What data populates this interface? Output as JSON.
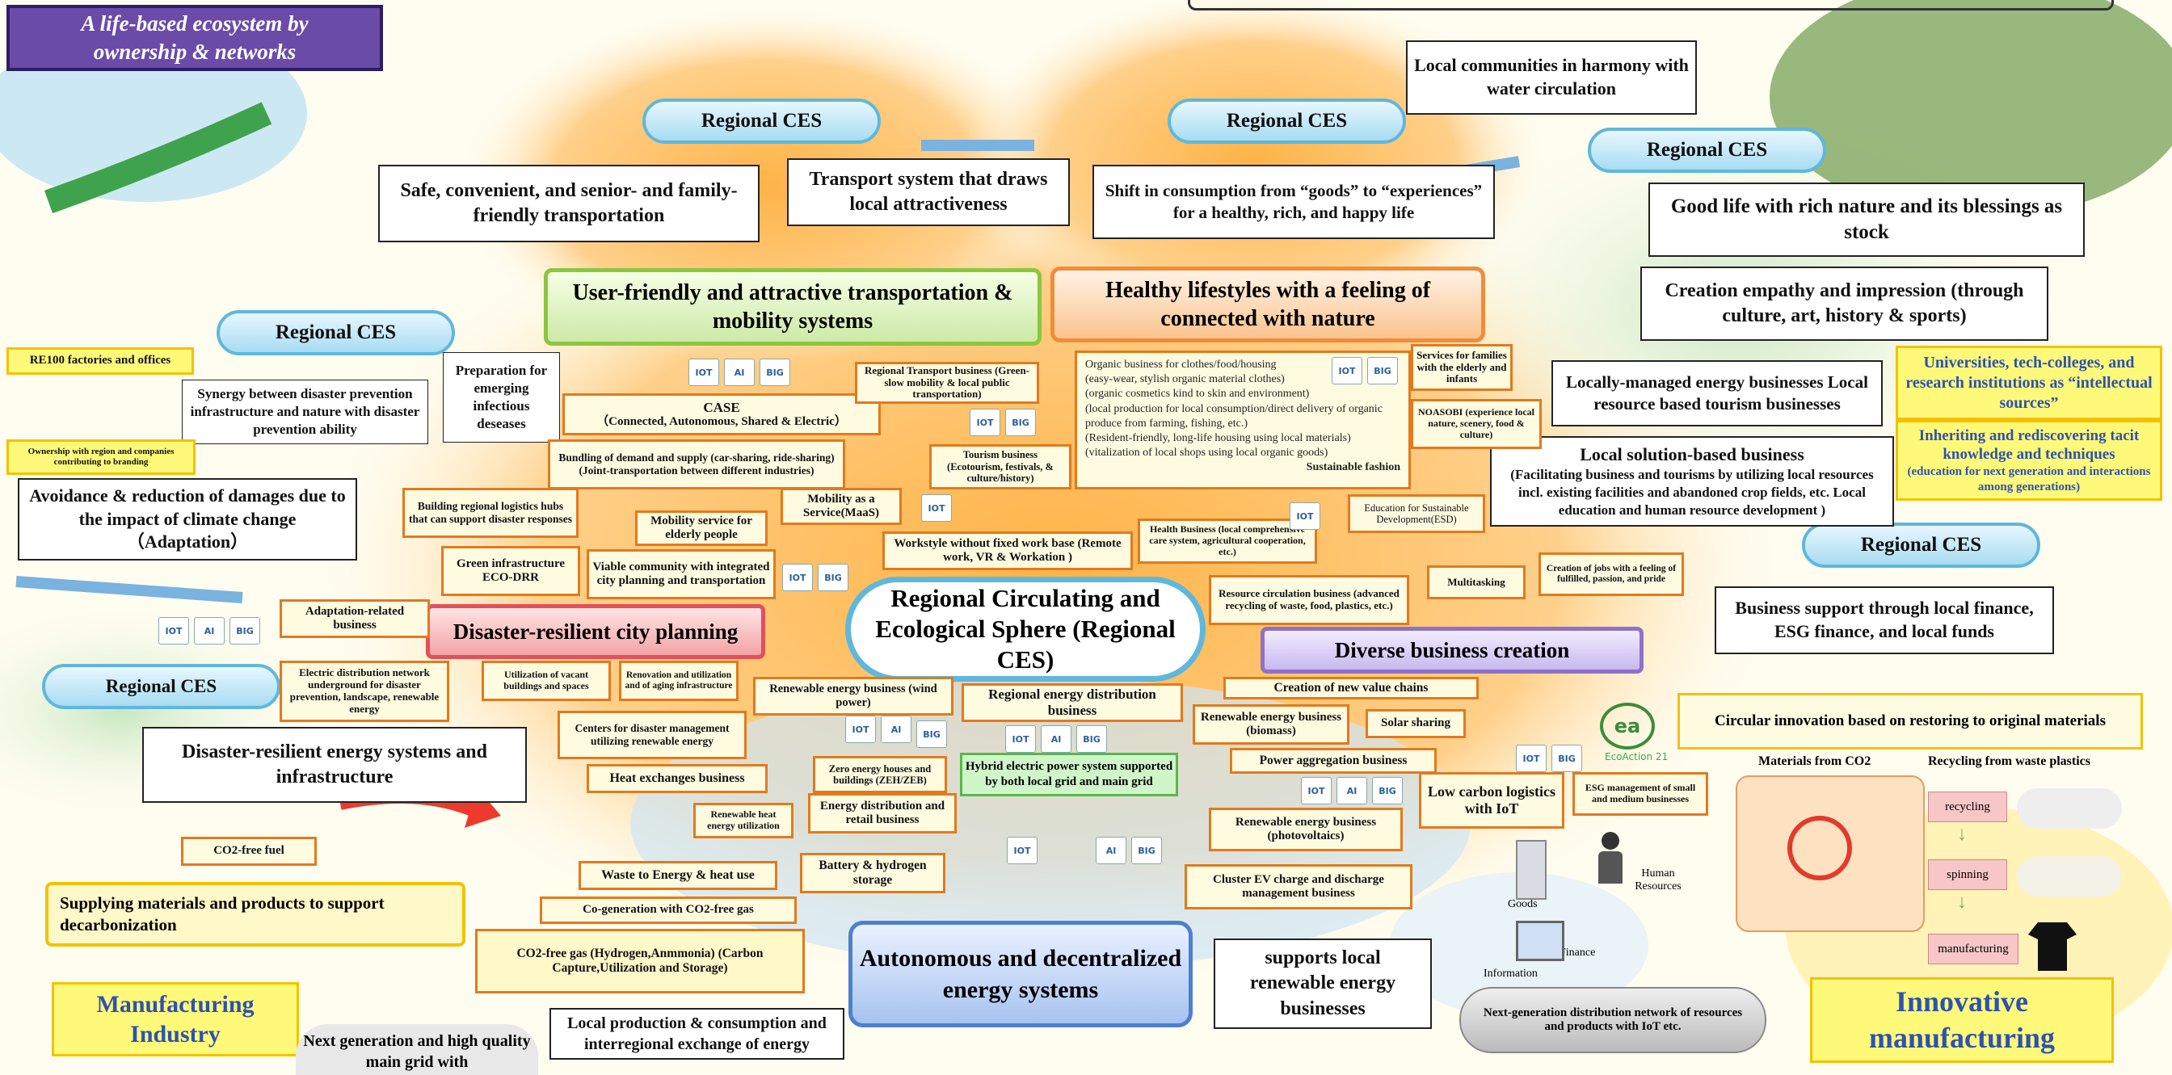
{
  "corner_title": "A life-based ecosystem by ownership & networks",
  "center": {
    "main": "Regional Circulating and Ecological Sphere (Regional CES)"
  },
  "ces_label": "Regional CES",
  "pillars": {
    "mobility": "User-friendly and attractive transportation & mobility systems",
    "lifestyle": "Healthy lifestyles with a feeling of connected with nature",
    "disaster": "Disaster-resilient city planning",
    "business": "Diverse business creation",
    "energy": "Autonomous and decentralized energy systems"
  },
  "callouts": {
    "safe_transport": "Safe, convenient, and senior- and family-friendly transportation",
    "transport_draws": "Transport system that draws local attractiveness",
    "water": "Local communities in harmony with water circulation",
    "shift": "Shift in consumption from “goods” to “experiences” for a healthy, rich, and happy life",
    "good_life": "Good life with rich nature and its blessings as stock",
    "empathy": "Creation empathy and impression (through culture, art, history & sports)",
    "local_energy": "Locally-managed energy businesses Local resource based tourism businesses",
    "local_solution_title": "Local solution-based business",
    "local_solution_body": "(Facilitating business and tourisms by utilizing local resources incl. existing facilities and abandoned crop fields, etc. Local education and human resource development )",
    "business_support": "Business support through local finance, ESG finance, and local funds",
    "avoidance": "Avoidance & reduction of damages due to the impact of climate change （Adaptation）",
    "synergy": "Synergy between disaster prevention infrastructure and nature with disaster prevention ability",
    "preparation": "Preparation for emerging infectious deseases",
    "disaster_energy": "Disaster-resilient energy systems and infrastructure",
    "supports_local": "supports local renewable energy businesses",
    "local_production": "Local production & consumption and interregional exchange of energy"
  },
  "boxes": {
    "case_title": "CASE",
    "case_body": "（Connected, Autonomous, Shared & Electric）",
    "regional_transport": "Regional Transport business (Green-slow mobility & local public transportation)",
    "bundling": "Bundling of demand and supply (car-sharing, ride-sharing) (Joint-transportation between different industries)",
    "tourism": "Tourism business (Ecotourism, festivals, & culture/history)",
    "logistics_hubs": "Building regional logistics hubs that can support disaster responses",
    "mobility_elderly": "Mobility service for elderly people",
    "maas": "Mobility as a Service(MaaS)",
    "green_infra": "Green infrastructure ECO-DRR",
    "viable_community": "Viable community with integrated city planning and transportation",
    "workstyle": "Workstyle without fixed work base (Remote work, VR & Workation )",
    "health_business": "Health Business (local comprehensive care system, agricultural cooperation, etc.)",
    "adaptation": "Adaptation-related business",
    "electric_underground": "Electric distribution network underground for disaster prevention, landscape, renewable energy",
    "vacant_buildings": "Utilization of vacant buildings and spaces",
    "renovation": "Renovation and utilization and of aging infrastructure",
    "wind": "Renewable energy business (wind power)",
    "regional_energy": "Regional energy distribution business",
    "centers_disaster": "Centers for disaster management utilizing renewable energy",
    "heat_exchange": "Heat exchanges business",
    "zeh": "Zero energy houses and buildings (ZEH/ZEB)",
    "renewable_heat": "Renewable heat energy utilization",
    "energy_retail": "Energy distribution and retail business",
    "waste_energy": "Waste to Energy & heat use",
    "battery": "Battery & hydrogen storage",
    "cogeneration": "Co-generation with CO2-free gas",
    "co2_gas": "CO2-free gas (Hydrogen,Anmmonia) (Carbon Capture,Utilization and Storage)",
    "co2_fuel": "CO2-free fuel",
    "resource_circ": "Resource circulation business (advanced recycling of waste, food, plastics, etc.)",
    "multitasking": "Multitasking",
    "jobs": "Creation of jobs with a feeling of fulfilled, passion, and pride",
    "value_chains": "Creation of new value chains",
    "biomass": "Renewable energy business (biomass)",
    "solar_sharing": "Solar sharing",
    "power_aggregation": "Power aggregation business",
    "photovoltaics": "Renewable energy business (photovoltaics)",
    "cluster_ev": "Cluster EV charge and discharge management business",
    "low_carbon": "Low carbon logistics with IoT",
    "esg_mgmt": "ESG management of small and medium businesses",
    "services_families": "Services for families with the elderly and infants",
    "noasobi": "NOASOBI (experience local nature, scenery, food & culture)",
    "esd": "Education for Sustainable Development(ESD)",
    "re100": "RE100 factories and offices",
    "ownership": "Ownership with region and companies contributing to branding"
  },
  "hybrid": "Hybrid electric power system supported by both local grid and main grid",
  "organic": {
    "lines": [
      "Organic business for clothes/food/housing",
      "(easy-wear, stylish organic material clothes)",
      "(organic cosmetics kind to skin and environment)",
      "(local production for local consumption/direct delivery of organic produce from farming, fishing, etc.)",
      "(Resident-friendly, long-life housing using local materials)",
      "(vitalization of local shops using local organic goods)"
    ],
    "footer": "Sustainable fashion"
  },
  "universities": "Universities, tech-colleges, and research institutions as “intellectual sources”",
  "inheriting_title": "Inheriting and rediscovering tacit knowledge and techniques",
  "inheriting_body": "(education for next generation and interactions among generations)",
  "circular": "Circular innovation based on restoring to original materials",
  "materials_co2": "Materials from CO2",
  "recycling_plastics": "Recycling from waste plastics",
  "recycle_steps": [
    "recycling",
    "spinning",
    "manufacturing"
  ],
  "network": {
    "goods": "Goods",
    "human": "Human Resources",
    "info": "Information",
    "finance": "Finance",
    "caption": "Next-generation distribution network of resources and products with IoT etc."
  },
  "supplying": "Supplying materials and products to support decarbonization",
  "manufacturing": "Manufacturing Industry",
  "innovative": "Innovative manufacturing",
  "next_gen_grid": "Next generation and high quality main grid with",
  "ecoaction": "EcoAction 21",
  "icons": {
    "iot": "IOT",
    "ai": "AI",
    "big": "BIG"
  },
  "colors": {
    "orange_border": "#e27a1d",
    "ces_blue": "#5fb7dc",
    "mobility_green": "#8cc63f",
    "lifestyle_orange": "#f08c3a",
    "disaster_red": "#e2505a",
    "business_purple": "#8e72c8",
    "energy_blue": "#4d7fd1"
  }
}
